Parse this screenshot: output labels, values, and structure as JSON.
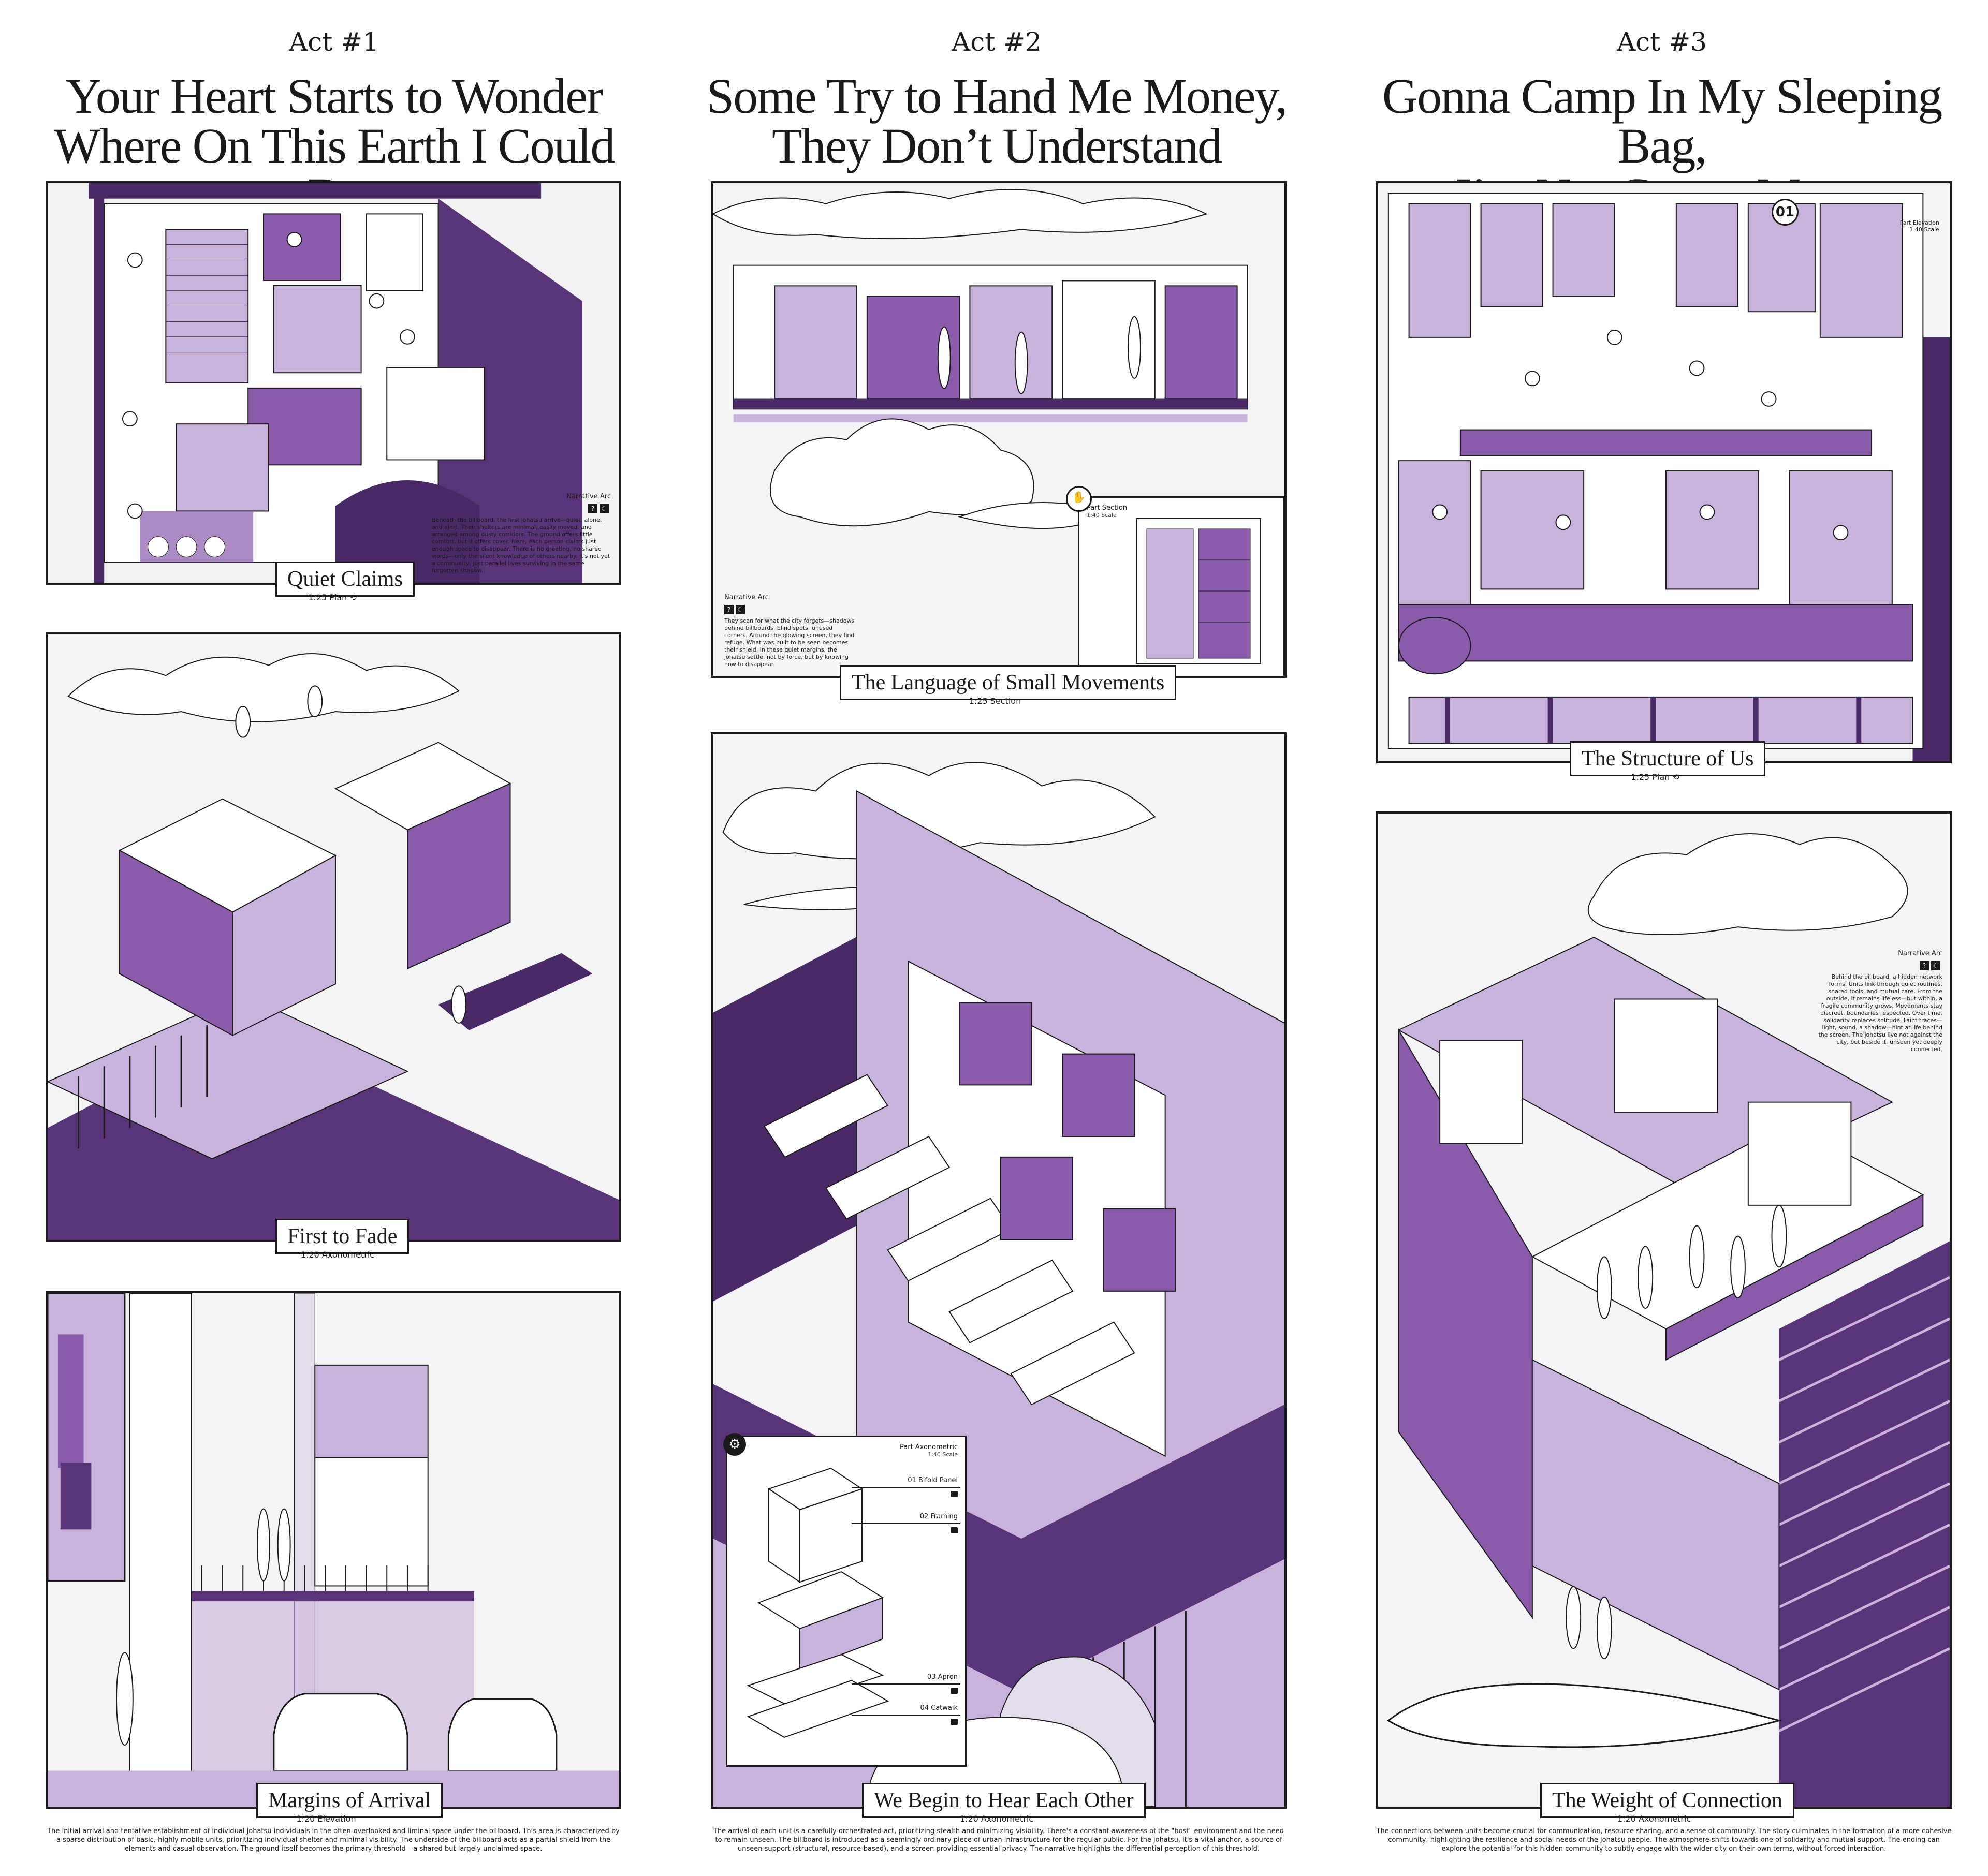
{
  "acts": [
    {
      "label": "Act #1",
      "title_lines": [
        "Your Heart Starts to Wonder",
        "Where On This Earth I Could Be"
      ],
      "panels": [
        {
          "caption": "Quiet Claims",
          "scale": "1:25 Plan",
          "narrative": {
            "heading": "Narrative Arc",
            "text": "Beneath the billboard, the first johatsu arrive—quiet, alone, and alert. Their shelters are minimal, easily moved, and arranged among dusty corridors. The ground offers little comfort, but it offers cover. Here, each person claims just enough space to disappear. There is no greeting, no shared words—only the silent knowledge of others nearby. It's not yet a community, just parallel lives surviving in the same forgotten shadow."
          }
        },
        {
          "caption": "First to Fade",
          "scale": "1:20 Axonometric"
        },
        {
          "caption": "Margins of Arrival",
          "scale": "1:20 Elevation"
        }
      ],
      "footer": "The initial arrival and tentative establishment of individual johatsu individuals in the often-overlooked and liminal space under the billboard. This area is characterized by a sparse distribution of basic, highly mobile units, prioritizing individual shelter and minimal visibility. The underside of the billboard acts as a partial shield from the elements and casual observation. The ground itself becomes the primary threshold – a shared but largely unclaimed space."
    },
    {
      "label": "Act #2",
      "title_lines": [
        "Some Try to Hand Me Money,",
        "They Don’t Understand"
      ],
      "panels": [
        {
          "caption": "The Language of Small Movements",
          "scale": "1:25 Section",
          "narrative": {
            "heading": "Narrative Arc",
            "text": "They scan for what the city forgets—shadows behind billboards, blind spots, unused corners. Around the glowing screen, they find refuge. What was built to be seen becomes their shield. In these quiet margins, the johatsu settle, not by force, but by knowing how to disappear."
          },
          "inset": {
            "title": "Part Section",
            "scale": "1:40 Scale"
          }
        },
        {
          "caption": "We Begin to Hear Each Other",
          "scale": "1:20 Axonometric",
          "inset": {
            "title": "Part Axonometric",
            "scale": "1:40 Scale",
            "parts": [
              "01 Bifold Panel",
              "02 Framing",
              "03 Apron",
              "04 Catwalk"
            ]
          }
        }
      ],
      "footer": "The arrival of each unit is a carefully orchestrated act, prioritizing stealth and minimizing visibility. There's a constant awareness of the \"host\" environment and the need to remain unseen. The billboard is introduced as a seemingly ordinary piece of urban infrastructure for the regular public. For the johatsu, it's a vital anchor, a source of unseen support (structural, resource-based), and a screen providing essential privacy. The narrative highlights the differential perception of this threshold."
    },
    {
      "label": "Act #3",
      "title_lines": [
        "Gonna Camp In My Sleeping Bag,",
        "I’m Not Gonna Move"
      ],
      "panels": [
        {
          "caption": "The Structure of Us",
          "scale": "1:25 Plan",
          "badge": "01",
          "part_label": {
            "title": "Part Elevation",
            "scale": "1:40 Scale"
          }
        },
        {
          "caption": "The Weight of Connection",
          "scale": "1:20 Axonometric",
          "narrative": {
            "heading": "Narrative Arc",
            "text": "Behind the billboard, a hidden network forms. Units link through quiet routines, shared tools, and mutual care. From the outside, it remains lifeless—but within, a fragile community grows. Movements stay discreet, boundaries respected. Over time, solidarity replaces solitude. Faint traces—light, sound, a shadow—hint at life behind the screen. The johatsu live not against the city, but beside it, unseen yet deeply connected."
          }
        }
      ],
      "footer": "The connections between units become crucial for communication, resource sharing, and a sense of community. The story culminates in the formation of a more cohesive community, highlighting the resilience and social needs of the johatsu people. The atmosphere shifts towards one of solidarity and mutual support. The ending can explore the potential for this hidden community to subtly engage with the wider city on their own terms, without forced interaction."
    }
  ],
  "colors": {
    "ink": "#1a1a1a",
    "purple_dark": "#4a2a66",
    "purple_mid": "#8a5aab",
    "purple_light": "#c9b3dc",
    "bg_grey": "#f2f1f4"
  }
}
